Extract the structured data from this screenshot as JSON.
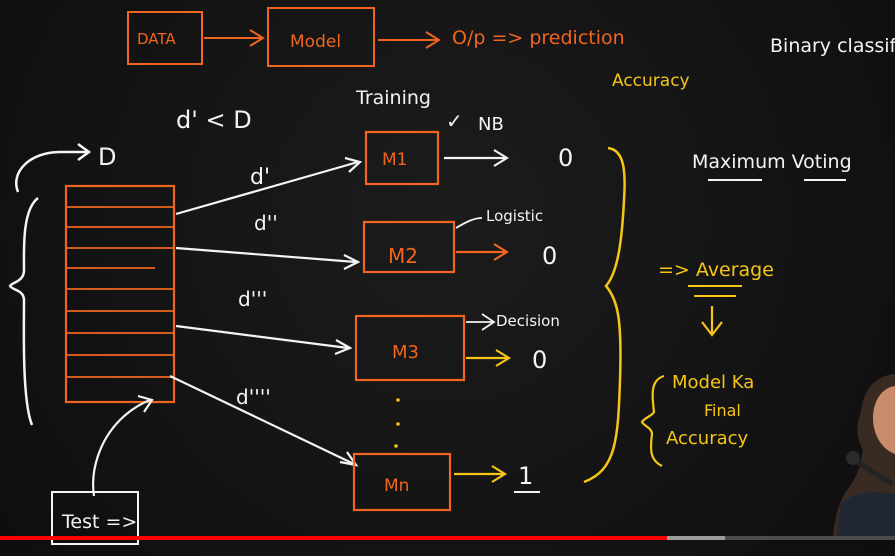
{
  "pipeline": {
    "data_label": "DATA",
    "model_label": "Model",
    "output_label": "O/p => prediction"
  },
  "top_right": {
    "binary": "Binary classif",
    "accuracy": "Accuracy"
  },
  "dataset": {
    "subset_rule": "d' < D",
    "dataset_label": "D"
  },
  "training": {
    "label": "Training",
    "check": "✓",
    "nb": "NB"
  },
  "subsets": [
    "d'",
    "d''",
    "d'''",
    "d''''"
  ],
  "models": [
    {
      "label": "M1",
      "output": "0"
    },
    {
      "label": "M2",
      "output": "0",
      "note": "Logistic"
    },
    {
      "label": "M3",
      "output": "0",
      "note": "Decision"
    },
    {
      "label": "Mn",
      "output": "1"
    }
  ],
  "aggregation": {
    "max_voting": "Maximum Voting",
    "average": "=> Average",
    "final_1": "Model Ka",
    "final_2": "Final",
    "final_3": "Accuracy"
  },
  "test": {
    "label": "Test =>"
  },
  "video": {
    "played_fraction": 0.745,
    "buffered_fraction": 0.81
  },
  "colors": {
    "background": "#141414",
    "white_ink": "#f4f4f4",
    "orange_ink": "#f0651f",
    "yellow_ink": "#f5c518",
    "progress_played": "#ff0000"
  }
}
